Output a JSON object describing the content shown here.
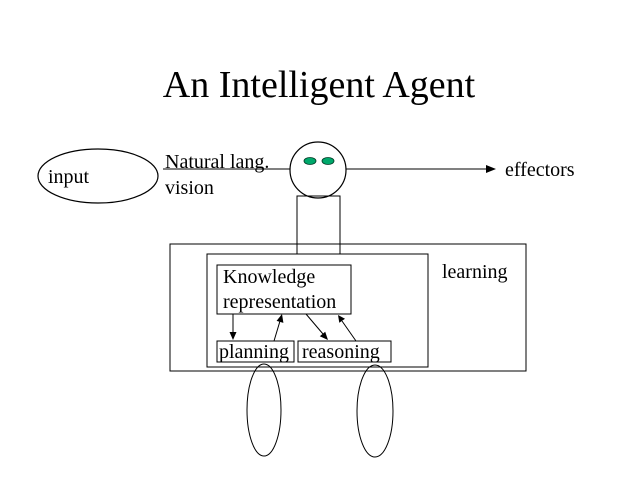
{
  "title": "An Intelligent Agent",
  "labels": {
    "input": "input",
    "natural_lang": "Natural lang.",
    "vision": "vision",
    "effectors": "effectors",
    "learning": "learning",
    "knowledge": "Knowledge",
    "representation": "representation",
    "planning": "planning",
    "reasoning": "reasoning"
  },
  "colors": {
    "eyes": "#00a86b",
    "stroke": "#000000"
  }
}
